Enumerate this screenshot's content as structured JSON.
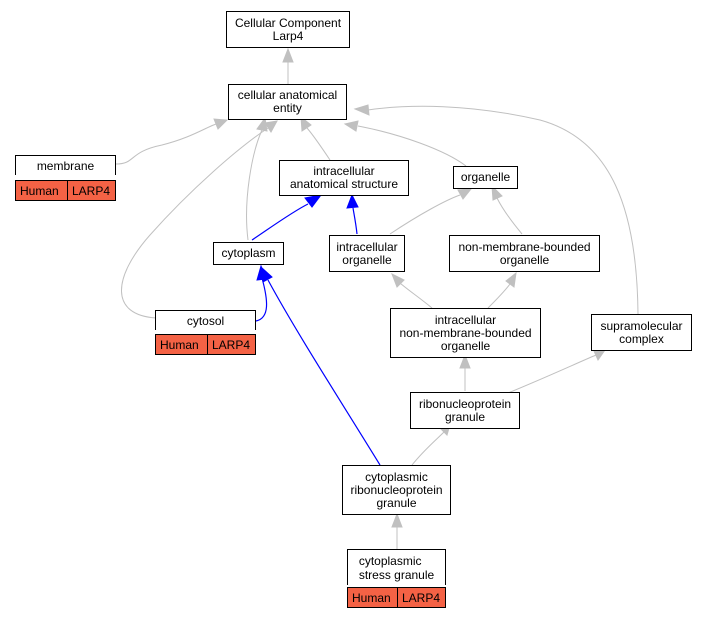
{
  "colors": {
    "gray_edge": "#c0c0c0",
    "blue_edge": "#0000ff",
    "annotation_fill": "#f46245"
  },
  "nodes": {
    "root": "Cellular Component\nLarp4",
    "cae": "cellular anatomical\nentity",
    "ias": "intracellular\nanatomical structure",
    "organelle": "organelle",
    "cytoplasm": "cytoplasm",
    "io": "intracellular\norganelle",
    "nmbo": "non-membrane-bounded\norganelle",
    "inmbo": "intracellular\nnon-membrane-bounded\norganelle",
    "supra": "supramolecular\ncomplex",
    "rnp": "ribonucleoprotein\ngranule",
    "crnp": "cytoplasmic\nribonucleoprotein\ngranule"
  },
  "annotated": {
    "membrane": {
      "title": "membrane",
      "species": "Human",
      "gene": "LARP4"
    },
    "cytosol": {
      "title": "cytosol",
      "species": "Human",
      "gene": "LARP4"
    },
    "csg": {
      "title": "cytoplasmic\nstress granule",
      "species": "Human",
      "gene": "LARP4"
    }
  }
}
